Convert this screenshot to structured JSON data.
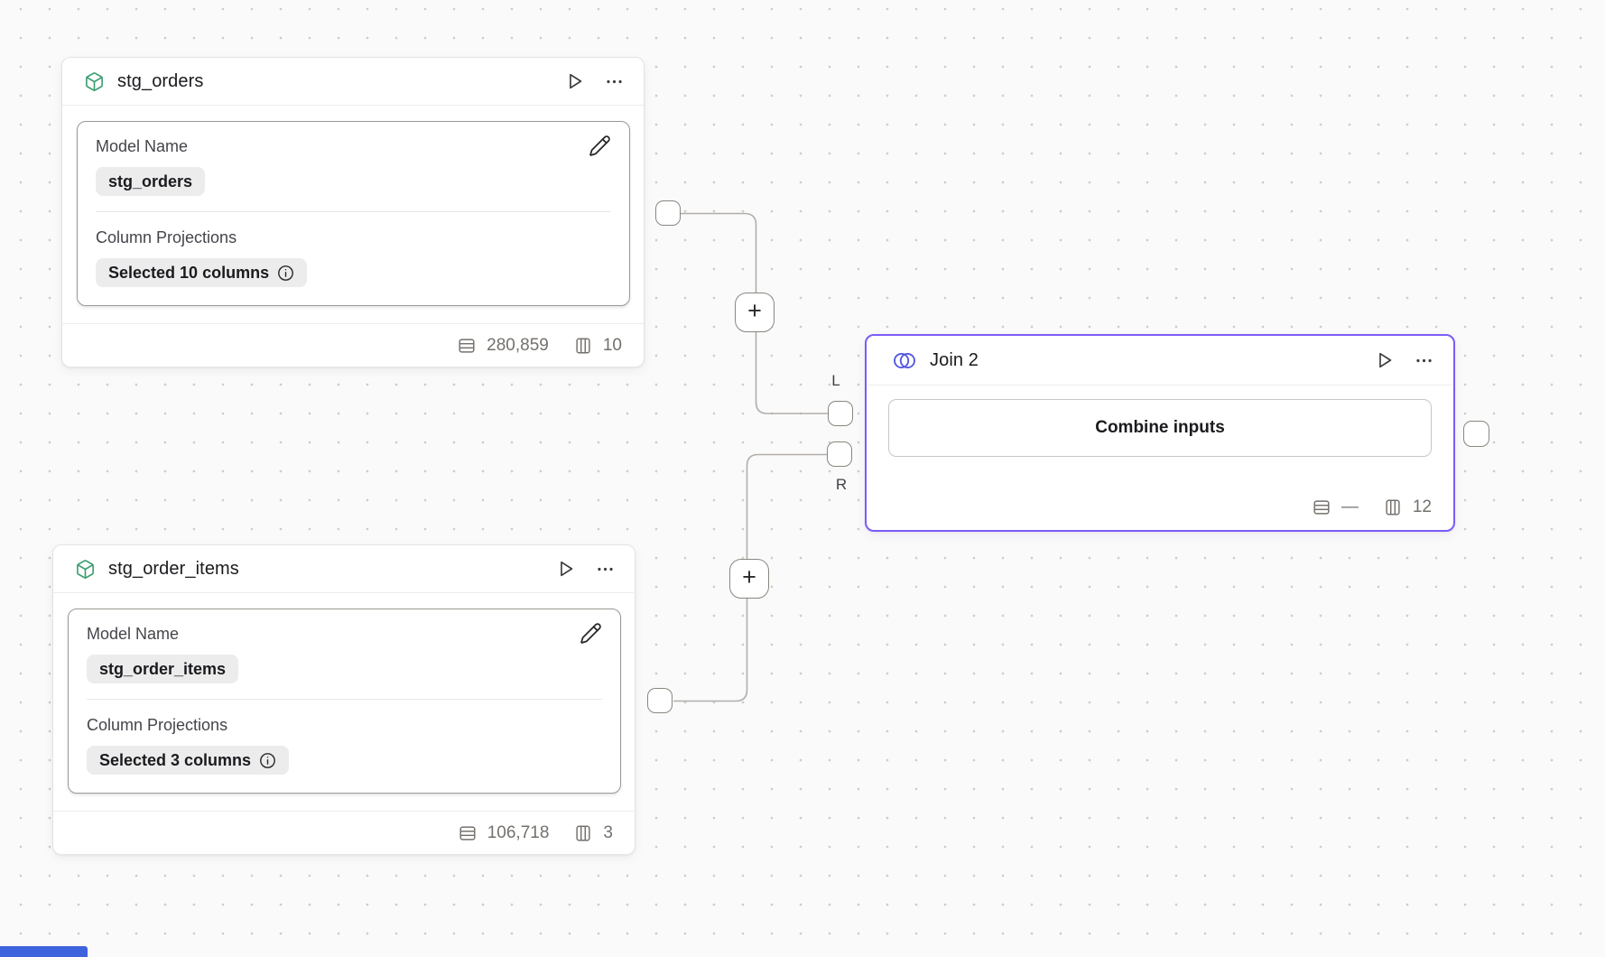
{
  "colors": {
    "canvas_bg": "#fafafa",
    "dot": "#cdcdcd",
    "wire": "#b1aeaa",
    "accent_green": "#3a9d70",
    "join_border_purple": "#7c5cf6",
    "venn_purple": "#5558e3",
    "blue_edge": "#3d63dd"
  },
  "icons": {
    "plus": "+"
  },
  "nodes": {
    "stg_orders": {
      "title": "stg_orders",
      "model_name_label": "Model Name",
      "model_name_value": "stg_orders",
      "column_projections_label": "Column Projections",
      "column_projections_value": "Selected 10 columns",
      "row_count": "280,859",
      "column_count": "10"
    },
    "stg_order_items": {
      "title": "stg_order_items",
      "model_name_label": "Model Name",
      "model_name_value": "stg_order_items",
      "column_projections_label": "Column Projections",
      "column_projections_value": "Selected 3 columns",
      "row_count": "106,718",
      "column_count": "3"
    },
    "join": {
      "title": "Join 2",
      "combine_button_label": "Combine inputs",
      "row_count": "—",
      "column_count": "12",
      "left_port_label": "L",
      "right_port_label": "R"
    }
  }
}
